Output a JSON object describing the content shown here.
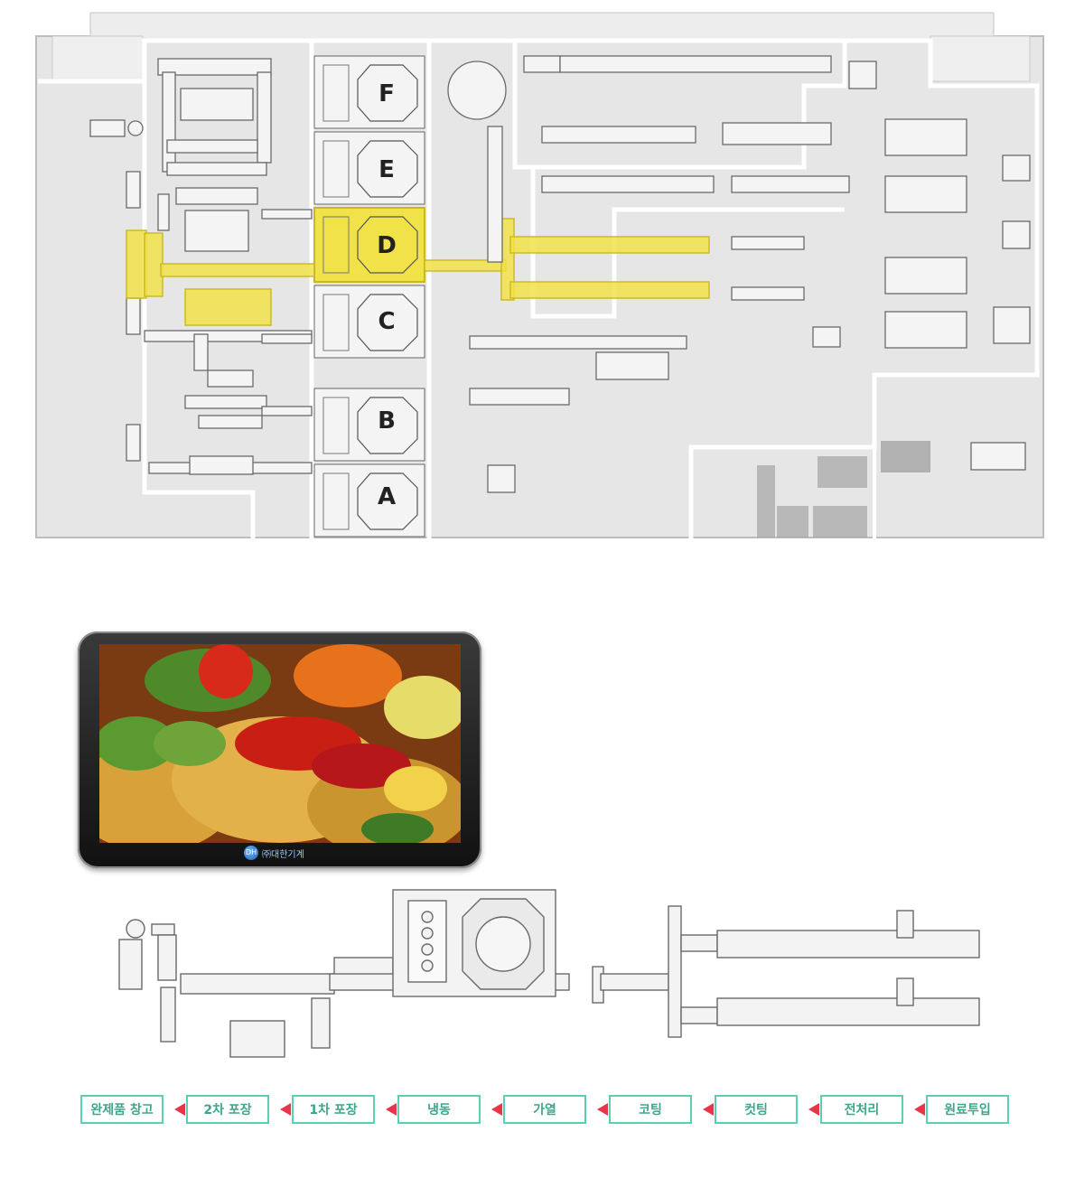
{
  "zones": [
    "F",
    "E",
    "D",
    "C",
    "B",
    "A"
  ],
  "highlighted_zone": "D",
  "colors": {
    "highlight": "#f2e24a",
    "step_border": "#5ccfb3",
    "step_text": "#3fa58c",
    "arrow": "#e8354a"
  },
  "logo": {
    "mark": "DH",
    "text": "㈜대한기계"
  },
  "process_steps": [
    "완제품 창고",
    "2차 포장",
    "1차 포장",
    "냉동",
    "가열",
    "코팅",
    "컷팅",
    "전처리",
    "원료투입"
  ]
}
